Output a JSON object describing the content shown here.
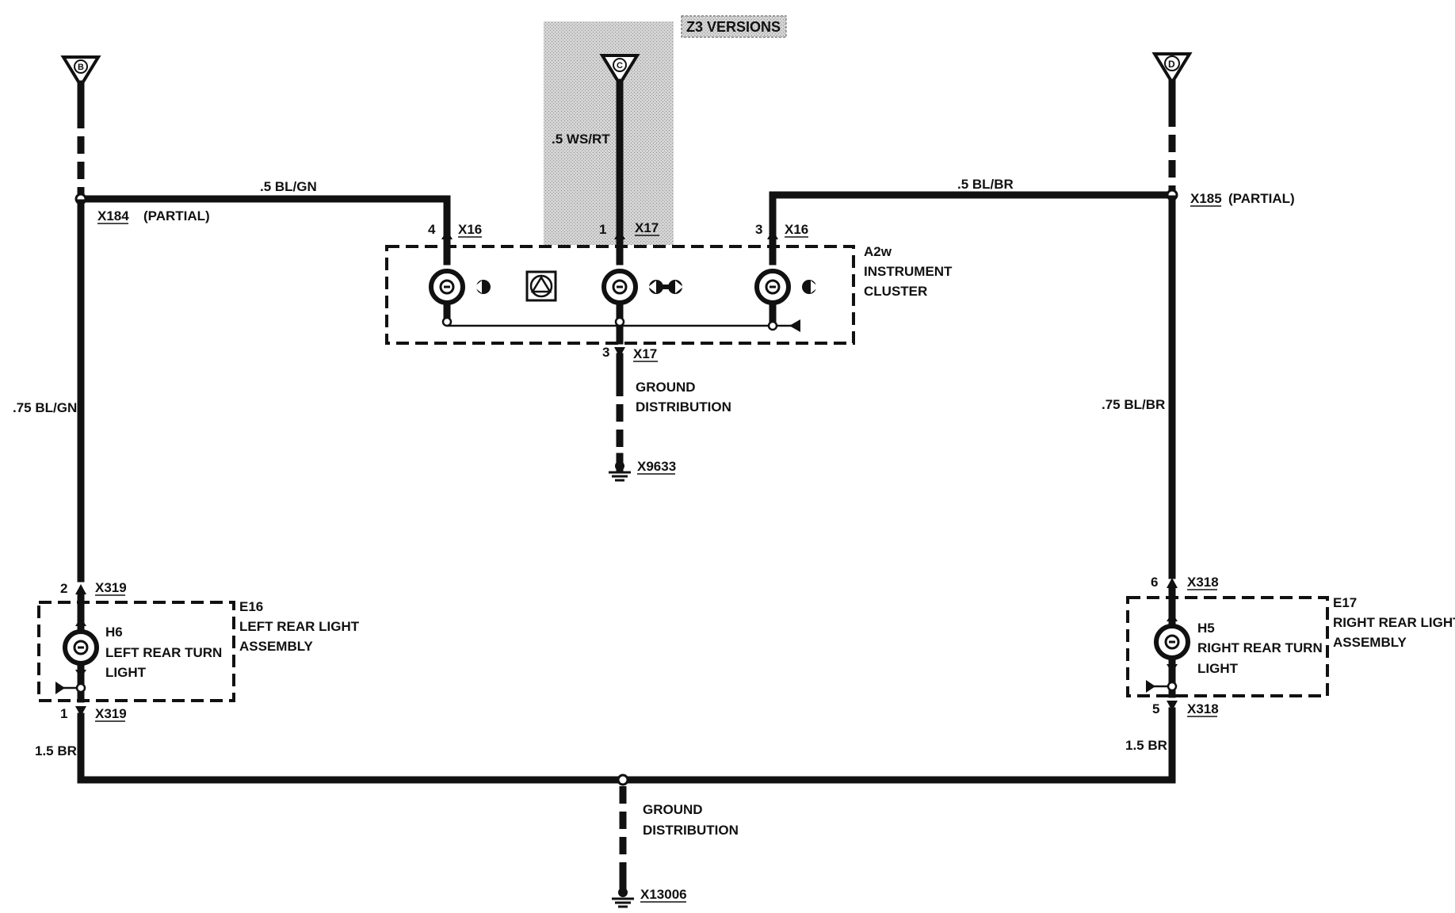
{
  "variant_note": "Z3 VERSIONS",
  "connectors_top": {
    "left": "B",
    "center": "C",
    "right": "D"
  },
  "wires": {
    "left_top": ".5 BL/GN",
    "center_top": ".5 WS/RT",
    "right_top": ".5 BL/BR",
    "left_vertical": ".75 BL/GN",
    "right_vertical": ".75 BL/BR",
    "left_bottom": "1.5 BR",
    "right_bottom": "1.5 BR"
  },
  "splices": {
    "left": {
      "id": "X184",
      "note": "(PARTIAL)"
    },
    "right": {
      "id": "X185",
      "note": "(PARTIAL)"
    }
  },
  "cluster": {
    "code": "A2w",
    "line1": "INSTRUMENT",
    "line2": "CLUSTER",
    "pin_left": {
      "pin": "4",
      "conn": "X16"
    },
    "pin_center": {
      "pin": "1",
      "conn": "X17"
    },
    "pin_right": {
      "pin": "3",
      "conn": "X16"
    },
    "pin_ground": {
      "pin": "3",
      "conn": "X17"
    }
  },
  "ground_top": {
    "line1": "GROUND",
    "line2": "DISTRIBUTION",
    "point": "X9633"
  },
  "ground_bottom": {
    "line1": "GROUND",
    "line2": "DISTRIBUTION",
    "point": "X13006"
  },
  "left_assembly": {
    "code": "E16",
    "line1": "LEFT REAR LIGHT",
    "line2": "ASSEMBLY",
    "bulb_code": "H6",
    "bulb_line1": "LEFT REAR TURN",
    "bulb_line2": "LIGHT",
    "pin_top": {
      "pin": "2",
      "conn": "X319"
    },
    "pin_bottom": {
      "pin": "1",
      "conn": "X319"
    }
  },
  "right_assembly": {
    "code": "E17",
    "line1": "RIGHT REAR LIGHT",
    "line2": "ASSEMBLY",
    "bulb_code": "H5",
    "bulb_line1": "RIGHT REAR TURN",
    "bulb_line2": "LIGHT",
    "pin_top": {
      "pin": "6",
      "conn": "X318"
    },
    "pin_bottom": {
      "pin": "5",
      "conn": "X318"
    }
  }
}
